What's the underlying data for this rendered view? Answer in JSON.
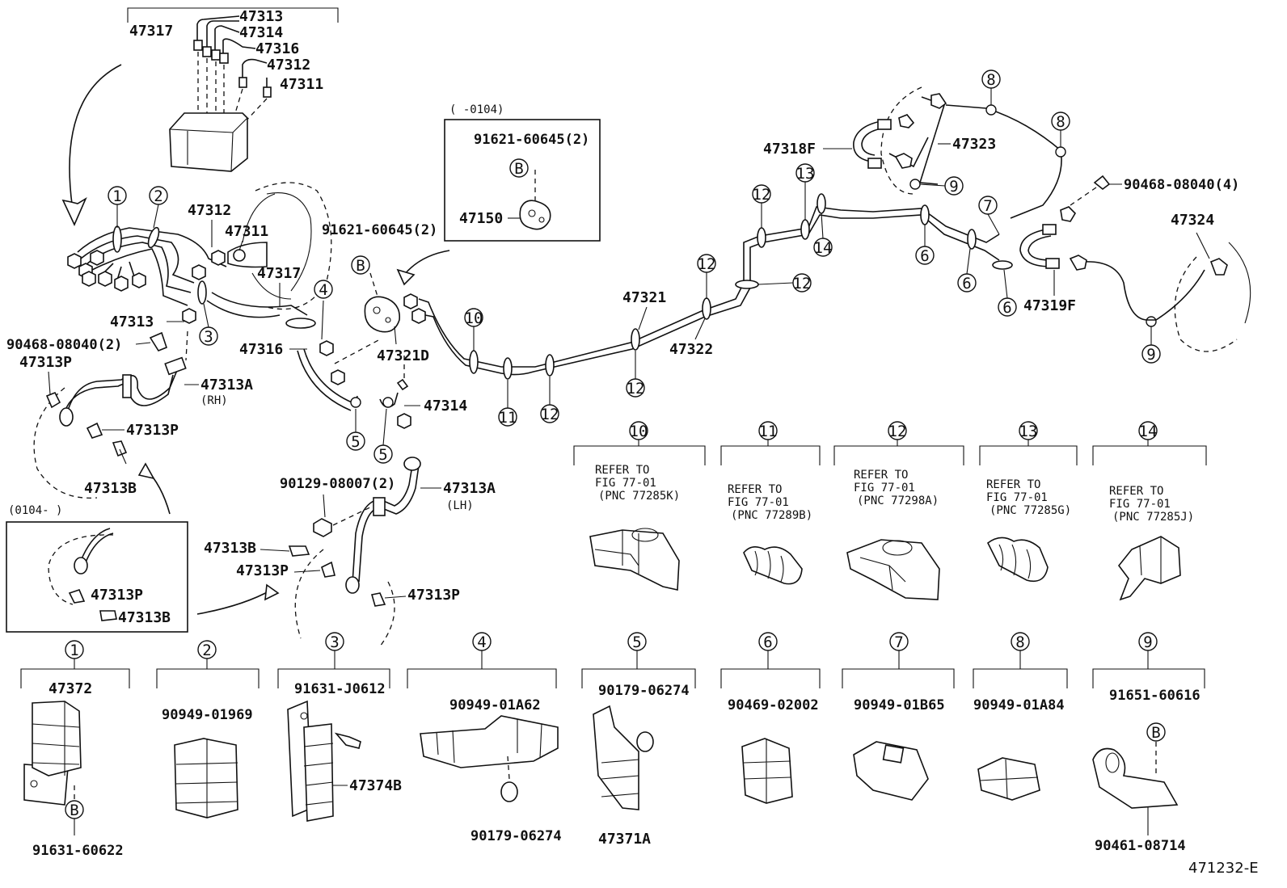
{
  "diagram_id": "471232-E",
  "top_parts": [
    "47313",
    "47317",
    "47314",
    "47316",
    "47312",
    "47311"
  ],
  "upper_left": {
    "c1": "1",
    "c2": "2",
    "c3": "3",
    "c4": "4",
    "p47312": "47312",
    "p47311": "47311",
    "p47317": "47317",
    "p47313": "47313",
    "p47316": "47316",
    "p90468": "90468-08040(2)",
    "p47313P_a": "47313P",
    "p47313A_rh": "47313A",
    "rh": "(RH)",
    "p47313P_b": "47313P",
    "p47313B": "47313B"
  },
  "inset_0104_upto": {
    "label": "(      -0104)",
    "p91621": "91621-60645(2)",
    "b": "B",
    "p47150": "47150"
  },
  "mid": {
    "p91621": "91621-60645(2)",
    "b": "B",
    "p47321D": "47321D",
    "p47314": "47314",
    "c5a": "5",
    "c5b": "5",
    "c10": "10",
    "c11": "11",
    "c12a": "12",
    "c12b": "12",
    "p47321": "47321",
    "p47322": "47322",
    "c12c": "12",
    "c12d": "12",
    "c12e": "12",
    "c13": "13",
    "c14": "14",
    "c6a": "6",
    "c6b": "6",
    "c6c": "6",
    "c7": "7"
  },
  "lower_mid": {
    "p90129": "90129-08007(2)",
    "p47313A_lh": "47313A",
    "lh": "(LH)",
    "p47313B": "47313B",
    "p47313P_a": "47313P",
    "p47313P_b": "47313P"
  },
  "inset_0104_from": {
    "label": "(0104-      )",
    "p47313P": "47313P",
    "p47313B": "47313B"
  },
  "rear": {
    "c8a": "8",
    "c8b": "8",
    "c9a": "9",
    "c9b": "9",
    "p47318F": "47318F",
    "p47323": "47323",
    "p90468": "90468-08040(4)",
    "p47324": "47324",
    "p47319F": "47319F"
  },
  "refer_boxes": [
    {
      "num": "10",
      "l1": "REFER TO",
      "l2": "FIG 77-01",
      "l3": "(PNC 77285K)"
    },
    {
      "num": "11",
      "l1": "REFER TO",
      "l2": "FIG 77-01",
      "l3": "(PNC 77289B)"
    },
    {
      "num": "12",
      "l1": "REFER TO",
      "l2": "FIG 77-01",
      "l3": "(PNC 77298A)"
    },
    {
      "num": "13",
      "l1": "REFER TO",
      "l2": "FIG 77-01",
      "l3": "(PNC 77285G)"
    },
    {
      "num": "14",
      "l1": "REFER TO",
      "l2": "FIG 77-01",
      "l3": "(PNC 77285J)"
    }
  ],
  "clamp_boxes": [
    {
      "num": "1",
      "part": "47372",
      "b": "B",
      "bolt": "91631-60622"
    },
    {
      "num": "2",
      "part": "90949-01969"
    },
    {
      "num": "3",
      "bolt": "91631-J0612",
      "part": "47374B"
    },
    {
      "num": "4",
      "part": "90949-01A62",
      "nut": "90179-06274"
    },
    {
      "num": "5",
      "nut": "90179-06274",
      "part": "47371A"
    },
    {
      "num": "6",
      "part": "90469-02002"
    },
    {
      "num": "7",
      "part": "90949-01B65"
    },
    {
      "num": "8",
      "part": "90949-01A84"
    },
    {
      "num": "9",
      "bolt": "91651-60616",
      "b": "B",
      "part": "90461-08714"
    }
  ]
}
